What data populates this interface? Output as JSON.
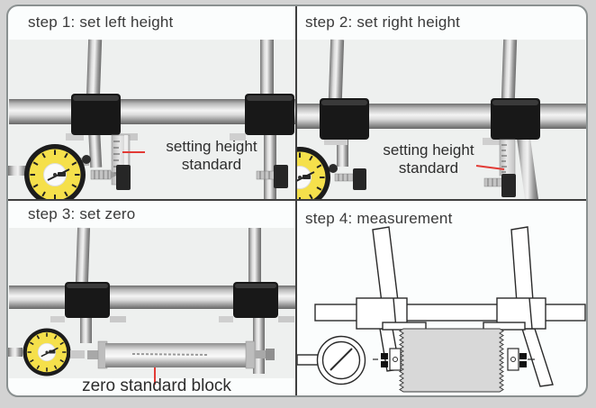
{
  "panels": {
    "step1": {
      "title": "step 1: set left height",
      "callout": [
        "setting height",
        "standard"
      ]
    },
    "step2": {
      "title": "step 2: set right height",
      "callout": [
        "setting height",
        "standard"
      ]
    },
    "step3": {
      "title": "step 3: set zero",
      "callout": "zero standard block"
    },
    "step4": {
      "title": "step 4: measurement"
    }
  },
  "colors": {
    "outer_background": "#d3d3d3",
    "panel_background": "#fbfdfd",
    "panel_border": "#8a9090",
    "divider": "#3f3f3f",
    "photo_background": "#eef0ef",
    "pointer_red": "#e23b35",
    "dial_face_yellow": "#f5e04b",
    "clamp_black": "#1a1a1a",
    "workpiece_gray": "#d8d8d8"
  }
}
